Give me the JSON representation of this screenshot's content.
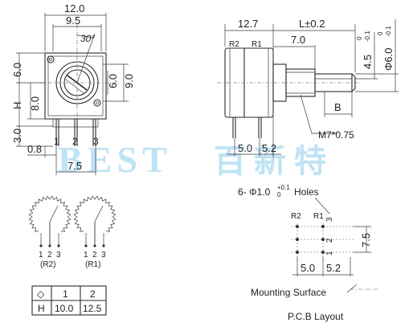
{
  "front_view": {
    "dim_width": "12.0",
    "dim_inner_width": "9.5",
    "dim_angle": "30°",
    "dim_height_top": "6.0",
    "dim_h_label": "H",
    "dim_body": "8.0",
    "dim_shaft_left": "6.0",
    "dim_shaft_right": "9.0",
    "dim_pin_len": "3.0",
    "dim_pin_offset": "0.8",
    "dim_pin_pitch": "7.5",
    "pins": [
      "1",
      "2",
      "3"
    ]
  },
  "side_view": {
    "dim_body_len": "12.7",
    "dim_shaft_len": "L±0.2",
    "dim_bushing": "7.0",
    "dim_flat": "4.5",
    "dim_flat_tol": [
      "0",
      "-0.1"
    ],
    "dim_shaft_dia": "Φ6.0",
    "dim_shaft_dia_tol": [
      "0",
      "-0.1"
    ],
    "dim_b": "B",
    "thread": "M7*0.75",
    "label_r2": "R2",
    "label_r1": "R1",
    "dim_pitch_a": "5.0",
    "dim_pitch_b": "5.2"
  },
  "holes": {
    "prefix": "6-",
    "dia": "Φ1.0",
    "tol_plus": "+0.1",
    "tol_zero": "0",
    "suffix": "Holes"
  },
  "pcb_layout": {
    "label_r2": "R2",
    "label_r1": "R1",
    "pins": [
      "1",
      "2",
      "3"
    ],
    "dim_vertical": "7.5",
    "dim_pitch_a": "5.0",
    "dim_pitch_b": "5.2",
    "mounting_surface": "Mounting Surface",
    "title": "P.C.B Layout"
  },
  "schematics": [
    {
      "label": "(R2)",
      "pins": [
        "1",
        "2",
        "3"
      ]
    },
    {
      "label": "(R1)",
      "pins": [
        "1",
        "2",
        "3"
      ]
    }
  ],
  "table": {
    "header_symbol": "◇",
    "columns": [
      "1",
      "2"
    ],
    "row_label": "H",
    "values": [
      "10.0",
      "12.5"
    ]
  },
  "watermark": {
    "latin": "BEST",
    "cjk": "百新特"
  },
  "colors": {
    "line": "#2a2a2a",
    "watermark": "#bfe3f4"
  }
}
